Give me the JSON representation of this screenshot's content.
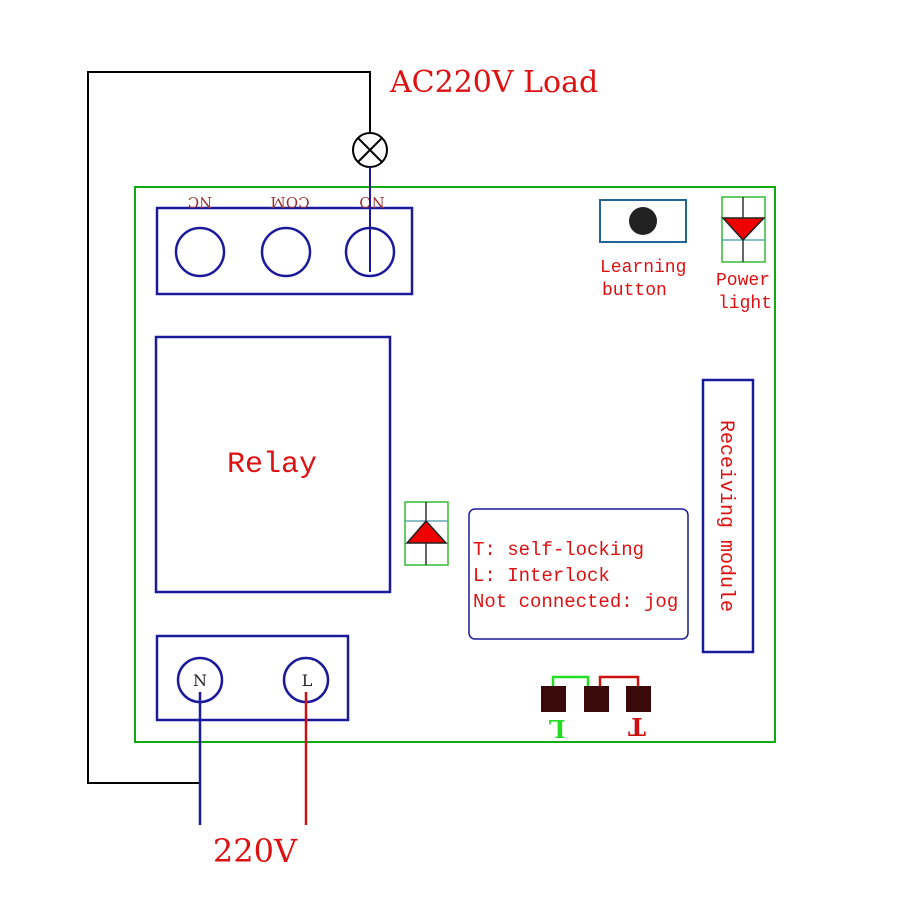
{
  "title": "AC220V Load",
  "supply_label": "220V",
  "terminals": {
    "nc": "NC",
    "com": "COM",
    "no": "NO",
    "n": "N",
    "l": "L"
  },
  "relay_label": "Relay",
  "learning_button": {
    "line1": "Learning",
    "line2": "button"
  },
  "power_light": {
    "line1": "Power",
    "line2": "light"
  },
  "receiving_module": "Receiving module",
  "mode_notes": [
    "T: self-locking",
    "L: Interlock",
    "Not connected: jog"
  ],
  "jumper_labels": {
    "l": "L",
    "t": "T"
  },
  "colors": {
    "board": "#11aa11",
    "component": "#1a1a9a",
    "label": "#dd1111",
    "wire_black": "#000000",
    "pad": "#3a0a0a",
    "jumper_l": "#22dd22",
    "jumper_t": "#cc1111"
  }
}
